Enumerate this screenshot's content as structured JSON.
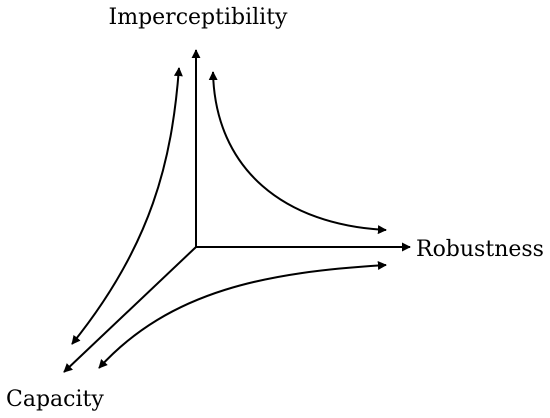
{
  "diagram": {
    "axes": {
      "imperceptibility": "Imperceptibility",
      "robustness": "Robustness",
      "capacity": "Capacity"
    },
    "colors": {
      "stroke": "#000000",
      "background": "#ffffff"
    }
  }
}
